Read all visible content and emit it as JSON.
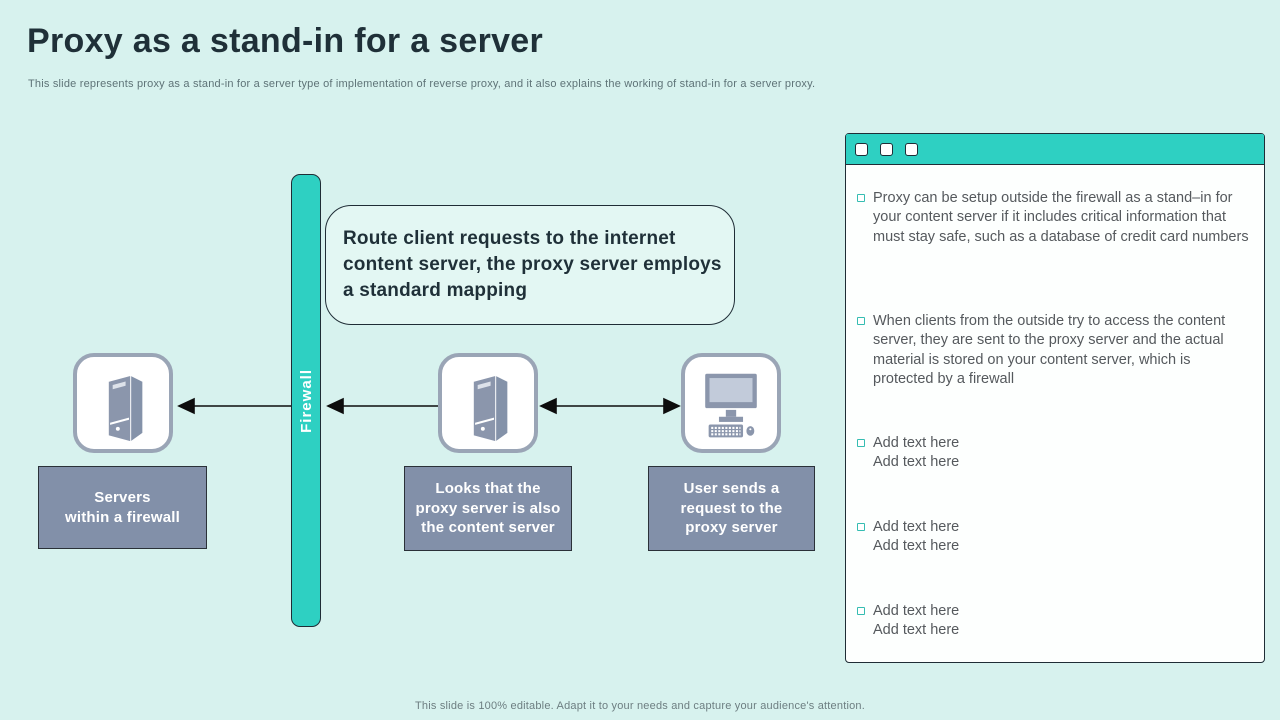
{
  "colors": {
    "background": "#d7f2ee",
    "teal": "#2ed0c2",
    "slate": "#8290a9",
    "dark_outline": "#1f2d36",
    "title_text": "#1f3038",
    "body_text": "#55595d",
    "callout_bg": "#e3f7f3",
    "icon_fill": "#8b96ac"
  },
  "header": {
    "title": "Proxy as a stand-in for a server",
    "subtitle": "This slide represents proxy as a stand-in for a server type of implementation of reverse proxy, and it also explains the working of stand-in for a server proxy."
  },
  "diagram": {
    "firewall_label": "Firewall",
    "callout_text": "Route client requests to the internet\ncontent server, the proxy server employs\na standard mapping",
    "nodes": [
      {
        "icon": "server-tower-icon",
        "label": "Servers\nwithin a firewall"
      },
      {
        "icon": "server-tower-icon",
        "label": "Looks that the\nproxy server is also\nthe content server"
      },
      {
        "icon": "desktop-computer-icon",
        "label": "User sends a\nrequest to the\nproxy server"
      }
    ],
    "arrow_icons": [
      "arrow-left-icon",
      "arrow-left-icon",
      "arrow-both-icon"
    ]
  },
  "panel": {
    "window_button_icons": [
      "window-square-icon",
      "window-square-icon",
      "window-square-icon"
    ],
    "bullets": [
      {
        "text": "Proxy can be setup outside the firewall as a stand–in for your content server if it includes critical information that must stay safe, such as a database of credit card numbers"
      },
      {
        "text": "When clients from the outside try to access the content server, they are sent to the proxy server and the actual material is stored on your content server, which is protected by a firewall"
      },
      {
        "text": "Add text here\nAdd text here"
      },
      {
        "text": "Add text here\nAdd text here"
      },
      {
        "text": "Add text here\nAdd text here"
      }
    ]
  },
  "footer": {
    "text": "This slide is 100% editable. Adapt it to your needs and capture your audience's attention."
  }
}
